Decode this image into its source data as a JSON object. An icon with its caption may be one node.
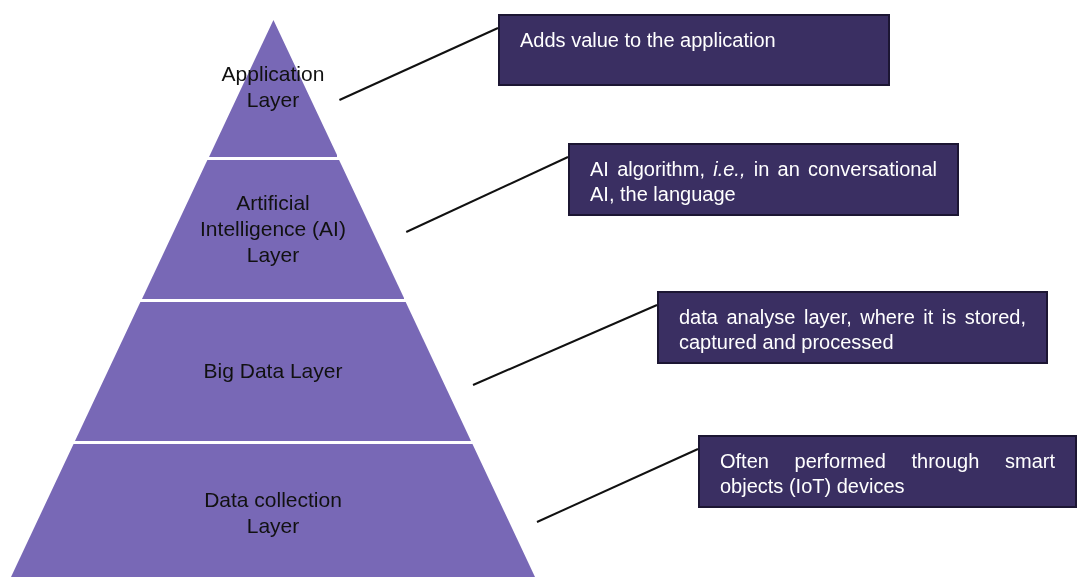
{
  "diagram": {
    "nodes": [
      {
        "text": [
          "Application Layer"
        ]
      },
      {
        "text": [
          "Artificial Intelligence (AI) Layer"
        ]
      },
      {
        "text": [
          "Big Data Layer"
        ]
      },
      {
        "text": [
          "Data collection Layer"
        ]
      },
      {
        "text": [
          "Adds value to the application"
        ]
      },
      {
        "text": [
          "AI algorithm, *i.e.,* in an conversational AI, the language"
        ]
      },
      {
        "text": [
          "data analyse layer, where it is stored, captured and processed"
        ]
      },
      {
        "text": [
          "Often performed through smart objects (IoT) devices"
        ]
      }
    ],
    "edges": [
      {
        "from": 0,
        "to": 4,
        "arrow": "none"
      },
      {
        "from": 1,
        "to": 5,
        "arrow": "none"
      },
      {
        "from": 2,
        "to": 6,
        "arrow": "none"
      },
      {
        "from": 3,
        "to": 7,
        "arrow": "none"
      }
    ]
  }
}
